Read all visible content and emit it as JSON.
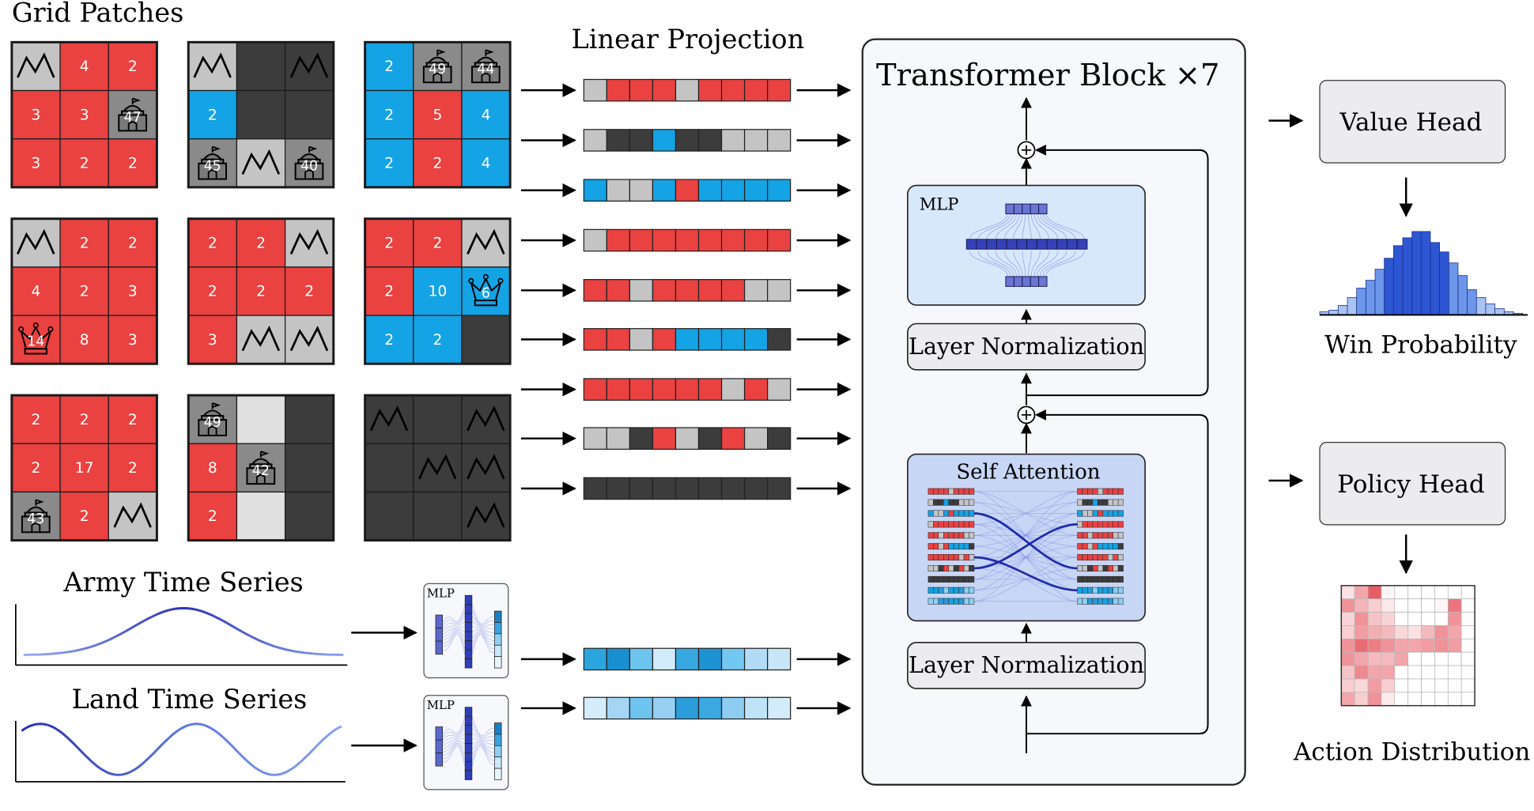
{
  "titles": {
    "grid_patches": "Grid Patches",
    "linear_projection": "Linear Projection",
    "army_series": "Army Time Series",
    "land_series": "Land Time Series",
    "transformer": "Transformer Block ×7",
    "mlp": "MLP",
    "layer_norm_top": "Layer Normalization",
    "layer_norm_bottom": "Layer Normalization",
    "self_attention": "Self Attention",
    "value_head": "Value Head",
    "policy_head": "Policy Head",
    "win_probability": "Win Probability",
    "action_distribution": "Action Distribution",
    "small_mlp_1": "MLP",
    "small_mlp_2": "MLP"
  },
  "colors": {
    "red": "#ea4141",
    "blue": "#14a3e4",
    "light_gray": "#c4c4c4",
    "dark_gray": "#3c3c3c",
    "pale_gray": "#e0e0e0",
    "city_gray": "#8a8a8a",
    "mlp_purple": "#5a67cc",
    "panel_bg": "#f6f8fc"
  },
  "grid_patches": [
    [
      [
        "mountain",
        "",
        "lightgray"
      ],
      [
        "num",
        "4",
        "red"
      ],
      [
        "num",
        "2",
        "red"
      ],
      [
        "num",
        "3",
        "red"
      ],
      [
        "num",
        "3",
        "red"
      ],
      [
        "city",
        "47",
        "city"
      ],
      [
        "num",
        "3",
        "red"
      ],
      [
        "num",
        "2",
        "red"
      ],
      [
        "num",
        "2",
        "red"
      ]
    ],
    [
      [
        "mountain",
        "",
        "lightgray"
      ],
      [
        "empty",
        "",
        "dark"
      ],
      [
        "mountain",
        "",
        "dark"
      ],
      [
        "num",
        "2",
        "blue"
      ],
      [
        "empty",
        "",
        "dark"
      ],
      [
        "empty",
        "",
        "dark"
      ],
      [
        "city",
        "45",
        "city"
      ],
      [
        "mountain",
        "",
        "lightgray"
      ],
      [
        "city",
        "40",
        "city"
      ]
    ],
    [
      [
        "num",
        "2",
        "blue"
      ],
      [
        "city",
        "49",
        "city"
      ],
      [
        "city",
        "44",
        "city"
      ],
      [
        "num",
        "2",
        "blue"
      ],
      [
        "num",
        "5",
        "red"
      ],
      [
        "num",
        "4",
        "blue"
      ],
      [
        "num",
        "2",
        "blue"
      ],
      [
        "num",
        "2",
        "red"
      ],
      [
        "num",
        "4",
        "blue"
      ]
    ],
    [
      [
        "mountain",
        "",
        "lightgray"
      ],
      [
        "num",
        "2",
        "red"
      ],
      [
        "num",
        "2",
        "red"
      ],
      [
        "num",
        "4",
        "red"
      ],
      [
        "num",
        "2",
        "red"
      ],
      [
        "num",
        "3",
        "red"
      ],
      [
        "crown",
        "14",
        "red"
      ],
      [
        "num",
        "8",
        "red"
      ],
      [
        "num",
        "3",
        "red"
      ]
    ],
    [
      [
        "num",
        "2",
        "red"
      ],
      [
        "num",
        "2",
        "red"
      ],
      [
        "mountain",
        "",
        "lightgray"
      ],
      [
        "num",
        "2",
        "red"
      ],
      [
        "num",
        "2",
        "red"
      ],
      [
        "num",
        "2",
        "red"
      ],
      [
        "num",
        "3",
        "red"
      ],
      [
        "mountain",
        "",
        "lightgray"
      ],
      [
        "mountain",
        "",
        "lightgray"
      ]
    ],
    [
      [
        "num",
        "2",
        "red"
      ],
      [
        "num",
        "2",
        "red"
      ],
      [
        "mountain",
        "",
        "lightgray"
      ],
      [
        "num",
        "2",
        "red"
      ],
      [
        "num",
        "10",
        "blue"
      ],
      [
        "crown",
        "6",
        "blue"
      ],
      [
        "num",
        "2",
        "blue"
      ],
      [
        "num",
        "2",
        "blue"
      ],
      [
        "empty",
        "",
        "dark"
      ]
    ],
    [
      [
        "num",
        "2",
        "red"
      ],
      [
        "num",
        "2",
        "red"
      ],
      [
        "num",
        "2",
        "red"
      ],
      [
        "num",
        "2",
        "red"
      ],
      [
        "num",
        "17",
        "red"
      ],
      [
        "num",
        "2",
        "red"
      ],
      [
        "city",
        "43",
        "city"
      ],
      [
        "num",
        "2",
        "red"
      ],
      [
        "mountain",
        "",
        "lightgray"
      ]
    ],
    [
      [
        "city",
        "49",
        "city"
      ],
      [
        "empty",
        "",
        "pale"
      ],
      [
        "empty",
        "",
        "dark"
      ],
      [
        "num",
        "8",
        "red"
      ],
      [
        "city",
        "42",
        "city"
      ],
      [
        "empty",
        "",
        "dark"
      ],
      [
        "num",
        "2",
        "red"
      ],
      [
        "empty",
        "",
        "pale"
      ],
      [
        "empty",
        "",
        "dark"
      ]
    ],
    [
      [
        "mountain",
        "",
        "dark"
      ],
      [
        "empty",
        "",
        "dark"
      ],
      [
        "mountain",
        "",
        "dark"
      ],
      [
        "empty",
        "",
        "dark"
      ],
      [
        "mountain",
        "",
        "dark"
      ],
      [
        "mountain",
        "",
        "dark"
      ],
      [
        "empty",
        "",
        "dark"
      ],
      [
        "empty",
        "",
        "dark"
      ],
      [
        "mountain",
        "",
        "dark"
      ]
    ]
  ],
  "token_rows": [
    [
      "G",
      "R",
      "R",
      "R",
      "G",
      "R",
      "R",
      "R",
      "R"
    ],
    [
      "G",
      "D",
      "D",
      "B",
      "D",
      "D",
      "G",
      "G",
      "G"
    ],
    [
      "B",
      "G",
      "G",
      "B",
      "R",
      "B",
      "B",
      "B",
      "B"
    ],
    [
      "G",
      "R",
      "R",
      "R",
      "R",
      "R",
      "R",
      "R",
      "R"
    ],
    [
      "R",
      "R",
      "G",
      "R",
      "R",
      "R",
      "R",
      "G",
      "G"
    ],
    [
      "R",
      "R",
      "G",
      "R",
      "B",
      "B",
      "B",
      "B",
      "D"
    ],
    [
      "R",
      "R",
      "R",
      "R",
      "R",
      "R",
      "G",
      "R",
      "G"
    ],
    [
      "G",
      "G",
      "D",
      "R",
      "G",
      "D",
      "R",
      "G",
      "D"
    ],
    [
      "D",
      "D",
      "D",
      "D",
      "D",
      "D",
      "D",
      "D",
      "D"
    ]
  ],
  "series_tokens": [
    [
      "#2aa5dd",
      "#1a8fd0",
      "#6cc4ef",
      "#d3ecfa",
      "#38a8e0",
      "#1e93d3",
      "#72c8f0",
      "#b2dcf6",
      "#c7e6f8"
    ],
    [
      "#d5edfa",
      "#a4d6f4",
      "#6fc3ef",
      "#96d0f3",
      "#2c9ddb",
      "#3aa9e2",
      "#8ccdf1",
      "#bfe3f7",
      "#d3ecfa"
    ]
  ],
  "win_probability_bars": [
    2,
    3,
    6,
    11,
    17,
    22,
    29,
    36,
    44,
    49,
    53,
    53,
    46,
    40,
    33,
    25,
    16,
    11,
    7,
    4,
    2,
    1
  ],
  "action_distribution": [
    [
      0.15,
      0.45,
      0.82,
      0.05,
      0,
      0,
      0,
      0,
      0,
      0
    ],
    [
      0.55,
      0.38,
      0.25,
      0.12,
      0,
      0,
      0,
      0.05,
      0.7,
      0
    ],
    [
      0.22,
      0.55,
      0.3,
      0.22,
      0,
      0,
      0,
      0,
      0.55,
      0
    ],
    [
      0.25,
      0.5,
      0.4,
      0.35,
      0.2,
      0.15,
      0.35,
      0.55,
      0.45,
      0
    ],
    [
      0.55,
      0.75,
      0.65,
      0.55,
      0.45,
      0.45,
      0.5,
      0.55,
      0.5,
      0
    ],
    [
      0.55,
      0.45,
      0.35,
      0.35,
      0.45,
      0,
      0,
      0,
      0,
      0
    ],
    [
      0.3,
      0.6,
      0.45,
      0.45,
      0,
      0,
      0,
      0,
      0,
      0
    ],
    [
      0.25,
      0.2,
      0.5,
      0.25,
      0,
      0,
      0,
      0,
      0,
      0
    ],
    [
      0.45,
      0.25,
      0.55,
      0.1,
      0,
      0,
      0,
      0,
      0,
      0
    ]
  ],
  "attn_left": [
    [
      "R",
      "R",
      "R",
      "R",
      "G",
      "R",
      "R",
      "R",
      "R"
    ],
    [
      "G",
      "D",
      "D",
      "B",
      "D",
      "D",
      "G",
      "G",
      "G"
    ],
    [
      "B",
      "G",
      "G",
      "B",
      "R",
      "B",
      "B",
      "B",
      "B"
    ],
    [
      "G",
      "R",
      "R",
      "R",
      "R",
      "R",
      "R",
      "R",
      "R"
    ],
    [
      "R",
      "R",
      "G",
      "R",
      "R",
      "R",
      "R",
      "G",
      "G"
    ],
    [
      "R",
      "R",
      "G",
      "R",
      "B",
      "B",
      "B",
      "B",
      "D"
    ],
    [
      "R",
      "R",
      "R",
      "R",
      "R",
      "R",
      "G",
      "R",
      "G"
    ],
    [
      "G",
      "G",
      "D",
      "R",
      "G",
      "D",
      "R",
      "G",
      "D"
    ],
    [
      "D",
      "D",
      "D",
      "D",
      "D",
      "D",
      "D",
      "D",
      "D"
    ],
    [
      "B",
      "B",
      "b",
      "l",
      "B",
      "B",
      "b",
      "l",
      "l"
    ],
    [
      "l",
      "l",
      "b",
      "b",
      "B",
      "B",
      "b",
      "l",
      "l"
    ]
  ]
}
